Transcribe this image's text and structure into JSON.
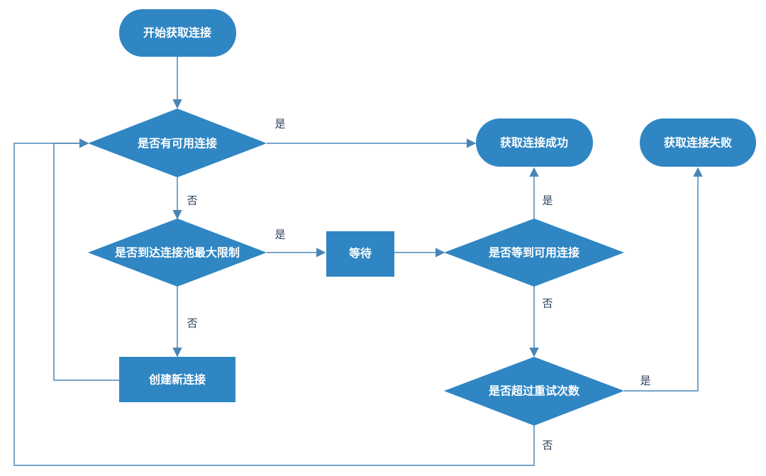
{
  "nodes": {
    "start": "开始获取连接",
    "has_available": "是否有可用连接",
    "reach_max": "是否到达连接池最大限制",
    "create_new": "创建新连接",
    "wait": "等待",
    "waited_available": "是否等到可用连接",
    "exceed_retry": "是否超过重试次数",
    "success": "获取连接成功",
    "failure": "获取连接失败"
  },
  "labels": {
    "yes": "是",
    "no": "否"
  },
  "colors": {
    "node_fill": "#2f86c3",
    "edge": "#4a86b5",
    "label_text": "#2a3f55"
  }
}
